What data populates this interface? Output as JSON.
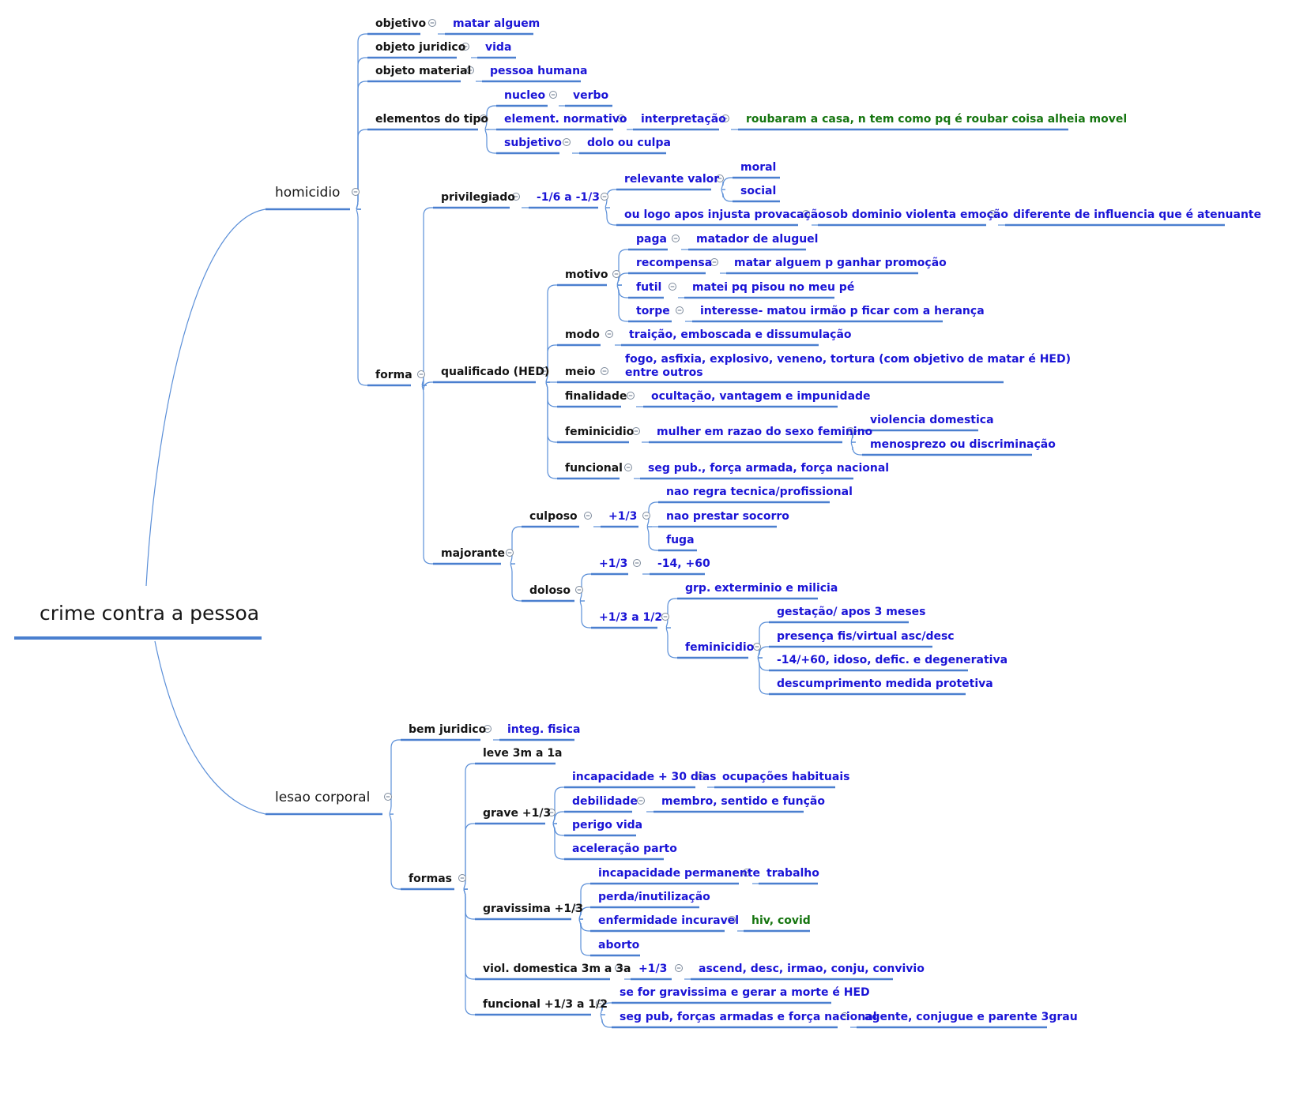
{
  "colors": {
    "branch": "#4a7fcf",
    "label": "#141414",
    "value": "#1a14d6",
    "example": "#15750f"
  },
  "toggle_icon": "minus-circle",
  "root": "crime contra a pessoa",
  "labels": {
    "homicidio": "homicidio",
    "objetivo": "objetivo",
    "matar_alguem": "matar alguem",
    "objeto_juridico": "objeto juridico",
    "vida": "vida",
    "objeto_material": "objeto material",
    "pessoa_humana": "pessoa humana",
    "elementos_tipo": "elementos do tipo",
    "nucleo": "nucleo",
    "verbo": "verbo",
    "element_normativo": "element. normativo",
    "interpretacao": "interpretação",
    "roubaram": "roubaram a casa, n tem como pq é roubar coisa alheia movel",
    "subjetivo": "subjetivo",
    "dolo_culpa": "dolo ou culpa",
    "forma": "forma",
    "privilegiado": "privilegiado",
    "priv_fracao": "-1/6 a -1/3",
    "relevante_valor": "relevante valor",
    "moral": "moral",
    "social": "social",
    "ou_logo_apos": "ou logo apos injusta provacação",
    "sob_dominio": "sob dominio violenta emoção",
    "diferente_influencia": "diferente de influencia que é atenuante",
    "qualificado": "qualificado (HED)",
    "motivo": "motivo",
    "paga": "paga",
    "matador_aluguel": "matador de aluguel",
    "recompensa": "recompensa",
    "matar_promocao": "matar alguem p ganhar promoção",
    "futil": "futil",
    "matei_pe": "matei pq pisou no meu pé",
    "torpe": "torpe",
    "interesse": "interesse- matou irmão p ficar com a herança",
    "modo": "modo",
    "traicao": "traição, emboscada e dissumulação",
    "meio": "meio",
    "meio_linha1": "fogo, asfixia, explosivo, veneno, tortura (com objetivo de matar é HED)",
    "meio_linha2": "entre outros",
    "finalidade": "finalidade",
    "ocultacao": "ocultação, vantagem e impunidade",
    "feminicidio": "feminicidio",
    "mulher_razao": "mulher em razao do sexo feminino",
    "violencia_domestica": "violencia domestica",
    "menosprezo": "menosprezo ou discriminação",
    "funcional": "funcional",
    "seg_pub": "seg pub., força armada, força nacional",
    "majorante": "majorante",
    "culposo": "culposo",
    "culposo_mais": "+1/3",
    "nao_regra": "nao regra tecnica/profissional",
    "nao_prestar": "nao prestar socorro",
    "fuga": "fuga",
    "doloso": "doloso",
    "doloso_mais": "+1/3",
    "idade": "-14, +60",
    "doloso_mais2": "+1/3 a 1/2",
    "grp_exterminio": "grp. exterminio e milicia",
    "feminicidio2": "feminicidio",
    "gestacao": "gestação/ apos 3 meses",
    "presenca": "presença fis/virtual asc/desc",
    "menor14": "-14/+60, idoso, defic. e degenerativa",
    "descumprimento": "descumprimento medida protetiva",
    "lesao_corporal": "lesao corporal",
    "bem_juridico": "bem juridico",
    "integ_fisica": "integ. fisica",
    "formas": "formas",
    "leve": "leve 3m a 1a",
    "grave": "grave +1/3",
    "incapacidade30": "incapacidade + 30 dias",
    "ocupacoes": "ocupações habituais",
    "debilidade": "debilidade",
    "membro": "membro, sentido e função",
    "perigo_vida": "perigo vida",
    "aceleracao": "aceleração parto",
    "gravissima": "gravissima +1/3",
    "incap_permanente": "incapacidade permanente",
    "trabalho": "trabalho",
    "perda": "perda/inutilização",
    "enfermidade": "enfermidade incuravel",
    "hiv": "hiv, covid",
    "aborto": "aborto",
    "viol_domestica": "viol. domestica 3m a 3a",
    "vd_mais": "+1/3",
    "ascend": "ascend, desc, irmao, conju, convivio",
    "funcional_lc": "funcional +1/3 a 1/2",
    "se_for": "se for gravissima e gerar a morte é HED",
    "seg_pub_lc": "seg pub, forças armadas e força nacional",
    "agente": "agente, conjugue e parente 3grau"
  }
}
